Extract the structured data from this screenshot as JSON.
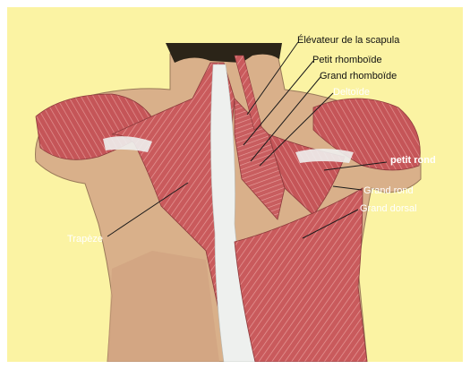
{
  "colors": {
    "background": "#fbf3a3",
    "skin": "#d9b08a",
    "muscle": "#c8575a",
    "tendon": "#eef0ee",
    "hair": "#2b2418",
    "leader": "#1a1a1a"
  },
  "labels": {
    "elevateur": "Élévateur de la scapula",
    "petit_rhomboide": "Petit rhomboïde",
    "grand_rhomboide": "Grand rhomboïde",
    "deltoide": "Deltoïde",
    "petit_rond": "petit rond",
    "grand_rond": "Grand rond",
    "grand_dorsal": "Grand dorsal",
    "trapeze": "Trapèze"
  }
}
